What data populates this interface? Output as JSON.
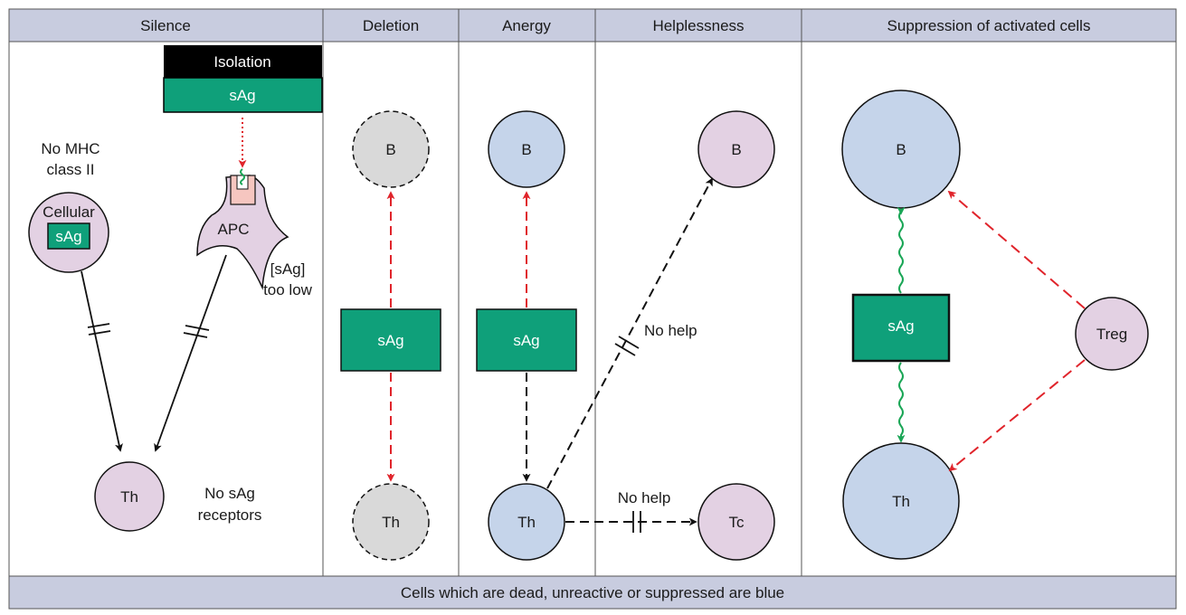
{
  "headers": {
    "silence": "Silence",
    "deletion": "Deletion",
    "anergy": "Anergy",
    "helplessness": "Helplessness",
    "suppression": "Suppression of activated cells"
  },
  "footer": "Cells which are dead, unreactive or suppressed are blue",
  "silence": {
    "isolation": "Isolation",
    "isolation_sag": "sAg",
    "no_mhc_line1": "No MHC",
    "no_mhc_line2": "class II",
    "cellular": "Cellular",
    "cellular_sag": "sAg",
    "apc": "APC",
    "sag_low_line1": "[sAg]",
    "sag_low_line2": "too low",
    "th": "Th",
    "no_receptors_line1": "No sAg",
    "no_receptors_line2": "receptors"
  },
  "deletion": {
    "b": "B",
    "sag": "sAg",
    "th": "Th"
  },
  "anergy": {
    "b": "B",
    "sag": "sAg",
    "th": "Th"
  },
  "helplessness": {
    "b": "B",
    "tc": "Tc",
    "no_help_b": "No help",
    "no_help_tc": "No help"
  },
  "suppression": {
    "b": "B",
    "sag": "sAg",
    "th": "Th",
    "treg": "Treg"
  },
  "colors": {
    "header_bg": "#c8ccdf",
    "purple_cell": "#e3d1e3",
    "blue_cell": "#c5d4ea",
    "grey_cell": "#d9d9d9",
    "green_box": "#0fa07a",
    "red_arrow": "#e0242b",
    "green_arrow": "#1aa656",
    "apc_receptor": "#f6c6c0"
  }
}
